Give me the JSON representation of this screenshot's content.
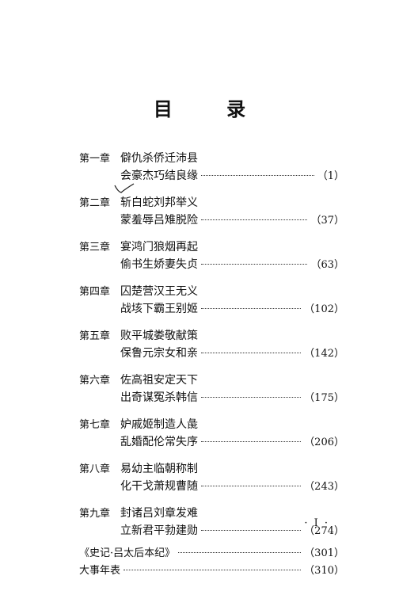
{
  "title": "目 录",
  "chapters": [
    {
      "label": "第一章",
      "line1": "僻仇杀侨迁沛县",
      "line2": "会豪杰巧结良缘",
      "page": "（1）"
    },
    {
      "label": "第二章",
      "line1": "斩白蛇刘邦举义",
      "line2": "蒙羞辱吕雉脱险",
      "page": "（37）"
    },
    {
      "label": "第三章",
      "line1": "宴鸿门狼烟再起",
      "line2": "偷书生娇妻失贞",
      "page": "（63）"
    },
    {
      "label": "第四章",
      "line1": "囚楚营汉王无义",
      "line2": "战垓下霸王别姬",
      "page": "（102）"
    },
    {
      "label": "第五章",
      "line1": "败平城娄敬献策",
      "line2": "保鲁元宗女和亲",
      "page": "（142）"
    },
    {
      "label": "第六章",
      "line1": "佐高祖安定天下",
      "line2": "出奇谋冤杀韩信",
      "page": "（175）"
    },
    {
      "label": "第七章",
      "line1": "妒戚姬制造人彘",
      "line2": "乱婚配伦常失序",
      "page": "（206）"
    },
    {
      "label": "第八章",
      "line1": "易幼主临朝称制",
      "line2": "化干戈萧规曹随",
      "page": "（243）"
    },
    {
      "label": "第九章",
      "line1": "封诸吕刘章发难",
      "line2": "立新君平勃建勋",
      "page": "（274）"
    }
  ],
  "extras": [
    {
      "text": "《史记·吕太后本纪》",
      "page": "（301）"
    },
    {
      "text": "大事年表",
      "page": "（310）"
    }
  ],
  "folio": "· I ·"
}
